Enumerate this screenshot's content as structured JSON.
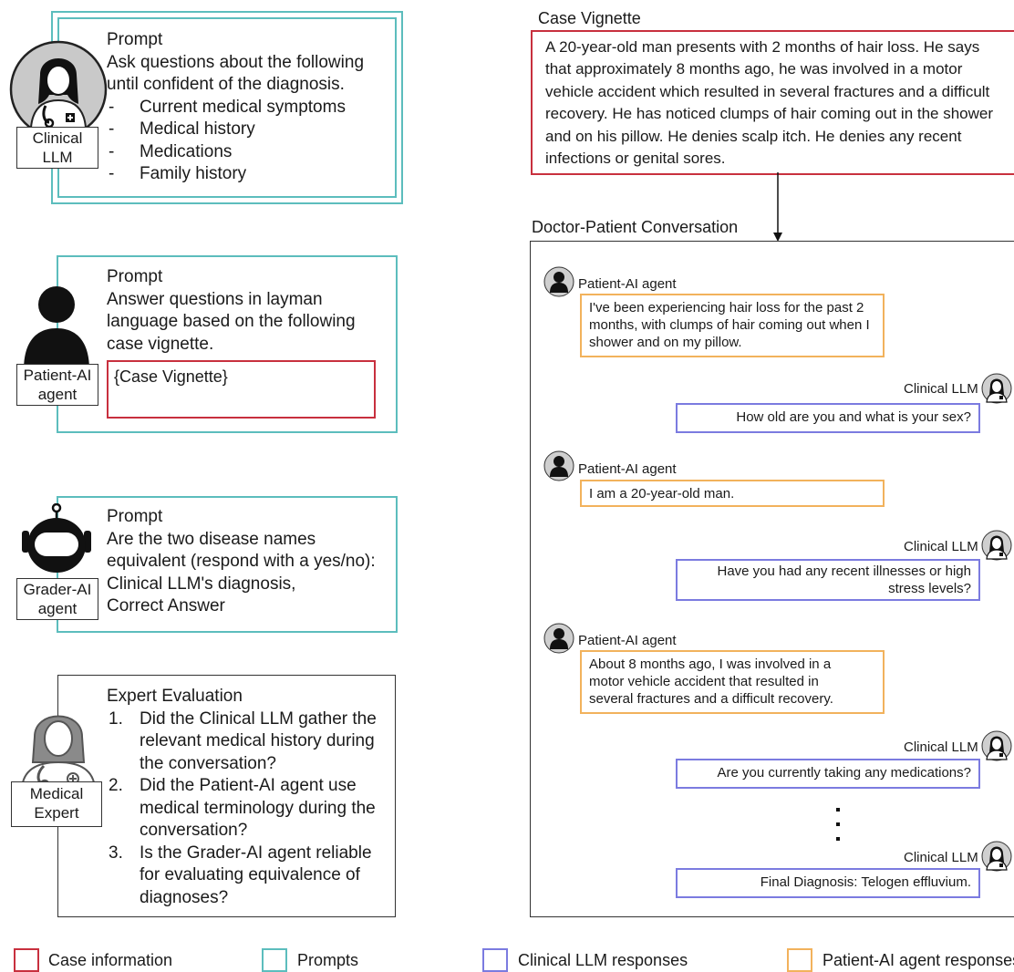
{
  "left": {
    "clinical": {
      "prompt_title": "Prompt",
      "prompt_lines": [
        "Ask questions about the following",
        "until confident of the diagnosis."
      ],
      "items": [
        "Current medical symptoms",
        "Medical history",
        "Medications",
        "Family history"
      ],
      "label": [
        "Clinical",
        "LLM"
      ]
    },
    "patient": {
      "prompt_title": "Prompt",
      "prompt_lines": [
        "Answer questions in layman",
        "language based on the following",
        "case vignette."
      ],
      "placeholder": "{Case Vignette}",
      "label": [
        "Patient-AI",
        "agent"
      ]
    },
    "grader": {
      "prompt_title": "Prompt",
      "prompt_lines": [
        "Are the two disease names",
        "equivalent (respond with a yes/no):",
        "Clinical LLM's diagnosis,",
        "Correct Answer"
      ],
      "label": [
        "Grader-AI",
        "agent"
      ]
    },
    "expert": {
      "title": "Expert Evaluation",
      "items": [
        {
          "num": "1.",
          "text": "Did the Clinical LLM gather the relevant medical history during the conversation?"
        },
        {
          "num": "2.",
          "text": "Did the Patient-AI agent use medical terminology during the conversation?"
        },
        {
          "num": "3.",
          "text": "Is the Grader-AI agent reliable for evaluating equivalence of diagnoses?"
        }
      ],
      "label": [
        "Medical",
        "Expert"
      ]
    }
  },
  "right": {
    "vignette_title": "Case Vignette",
    "vignette_text": "A 20-year-old man presents with 2 months of hair loss. He says that approximately 8 months ago, he was involved in a motor vehicle accident which resulted in several fractures and a difficult recovery. He has noticed clumps of hair coming out in the shower and on his pillow. He denies scalp itch. He denies any recent infections or genital sores.",
    "conversation_title": "Doctor-Patient Conversation",
    "patient_speaker": "Patient-AI agent",
    "clinical_speaker": "Clinical LLM",
    "messages": [
      "I've been experiencing hair loss for the past 2 months, with clumps of hair coming out when I shower and on my pillow.",
      "How old are you and what is your sex?",
      "I am a 20-year-old man.",
      "Have you had any recent illnesses or high stress levels?",
      "About 8 months ago, I was involved in a motor vehicle accident that resulted in several fractures and a difficult recovery.",
      "Are you currently taking any medications?",
      "Final Diagnosis: Telogen effluvium."
    ]
  },
  "legend": [
    "Case information",
    "Prompts",
    "Clinical LLM responses",
    "Patient-AI agent responses"
  ],
  "colors": {
    "case": "#c8303e",
    "prompts": "#5cbdbd",
    "clinical_responses": "#7b7be0",
    "patient_responses": "#f2b25c"
  },
  "icons": [
    "doctor-avatar-icon",
    "person-silhouette-icon",
    "robot-icon",
    "medical-expert-avatar-icon",
    "arrow-down-icon"
  ]
}
